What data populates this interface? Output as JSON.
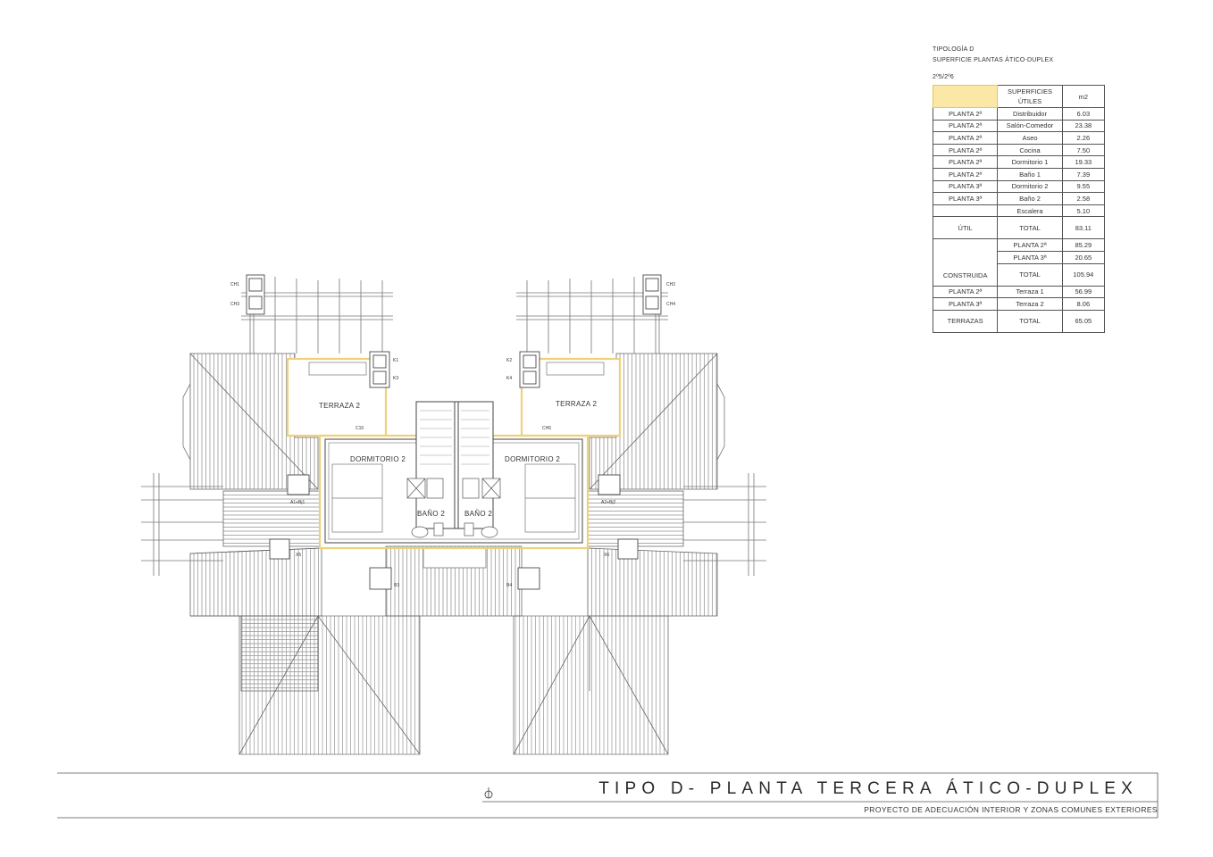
{
  "header": {
    "tipologia": "TIPOLOGÍA D",
    "superficie": "SUPERFICIE PLANTAS ÁTICO-DUPLEX",
    "units": "2º5/2º6"
  },
  "table": {
    "header": [
      "",
      "SUPERFICIES ÚTILES",
      "m2"
    ],
    "rows": [
      [
        "PLANTA 2ª",
        "Distribuidor",
        "6.03"
      ],
      [
        "PLANTA 2ª",
        "Salón-Comedor",
        "23.38"
      ],
      [
        "PLANTA 2ª",
        "Aseo",
        "2.26"
      ],
      [
        "PLANTA 2ª",
        "Cocina",
        "7.50"
      ],
      [
        "PLANTA 2ª",
        "Dormitorio 1",
        "19.33"
      ],
      [
        "PLANTA 2ª",
        "Baño 1",
        "7.39"
      ],
      [
        "PLANTA 3ª",
        "Dormitorio 2",
        "9.55"
      ],
      [
        "PLANTA 3ª",
        "Baño 2",
        "2.58"
      ],
      [
        "",
        "Escalera",
        "5.10"
      ]
    ],
    "util": {
      "label": "ÚTIL",
      "total_label": "TOTAL",
      "total": "83.11"
    },
    "construida": {
      "p2_label": "PLANTA 2ª",
      "p2": "85.29",
      "p3_label": "PLANTA 3ª",
      "p3": "20.65",
      "label": "CONSTRUIDA",
      "total_label": "TOTAL",
      "total": "105.94"
    },
    "terrazas": [
      [
        "PLANTA 2ª",
        "Terraza 1",
        "56.99"
      ],
      [
        "PLANTA 3ª",
        "Terraza 2",
        "8.06"
      ],
      [
        "TERRAZAS",
        "TOTAL",
        "65.05"
      ]
    ]
  },
  "plan": {
    "terraza_left": "TERRAZA 2",
    "terraza_right": "TERRAZA 2",
    "dorm_left": "DORMITORIO 2",
    "dorm_right": "DORMITORIO 2",
    "bano_left": "BAÑO 2",
    "bano_right": "BAÑO 2",
    "tags": {
      "ch1": "CH1",
      "ch3": "CH3",
      "ch2": "CH2",
      "ch4": "CH4",
      "k1": "K1",
      "k3": "K3",
      "k2": "K2",
      "k4": "K4",
      "ch10": "C10",
      "ch6": "CH6",
      "a1": "A1+Bj1",
      "a2": "A2+Bj2",
      "x5": "X5",
      "x6": "X6",
      "b3": "B3",
      "b4": "B4"
    }
  },
  "title": {
    "main": "TIPO D- PLANTA TERCERA ÁTICO-DUPLEX",
    "sub": "PROYECTO DE ADECUACIÓN INTERIOR Y ZONAS COMUNES EXTERIORES"
  },
  "colors": {
    "highlight": "#f0d77a",
    "line": "#555555"
  }
}
